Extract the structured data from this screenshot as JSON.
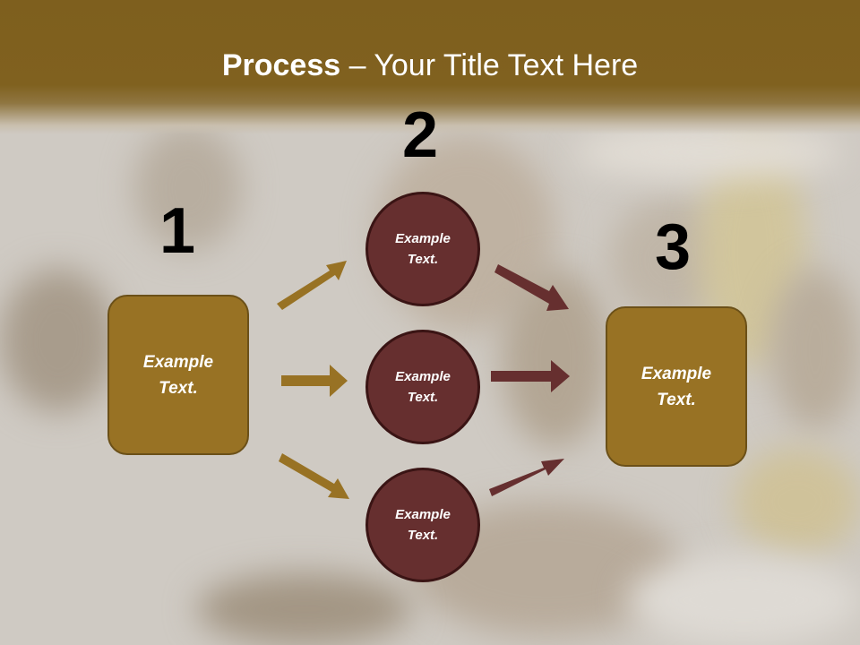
{
  "slide": {
    "title_bold": "Process",
    "title_rest": " – Your Title Text Here",
    "colors": {
      "header": "#80611f",
      "box_fill": "#987224",
      "box_border": "#6b5018",
      "circle_fill": "#662f2f",
      "circle_border": "#3a1414",
      "gold_arrow": "#987224",
      "maroon_arrow": "#662f2f",
      "text_light": "#ffffff",
      "number": "#000000"
    }
  },
  "steps": [
    {
      "number": "1",
      "label": "Example Text."
    },
    {
      "number": "2",
      "label": "Example Text."
    },
    {
      "number": "3",
      "label": "Example Text."
    }
  ],
  "middle_circles": [
    {
      "label_line1": "Example",
      "label_line2": "Text."
    },
    {
      "label_line1": "Example",
      "label_line2": "Text."
    },
    {
      "label_line1": "Example",
      "label_line2": "Text."
    }
  ],
  "left_box": {
    "label_line1": "Example",
    "label_line2": "Text."
  },
  "right_box": {
    "label_line1": "Example",
    "label_line2": "Text."
  }
}
